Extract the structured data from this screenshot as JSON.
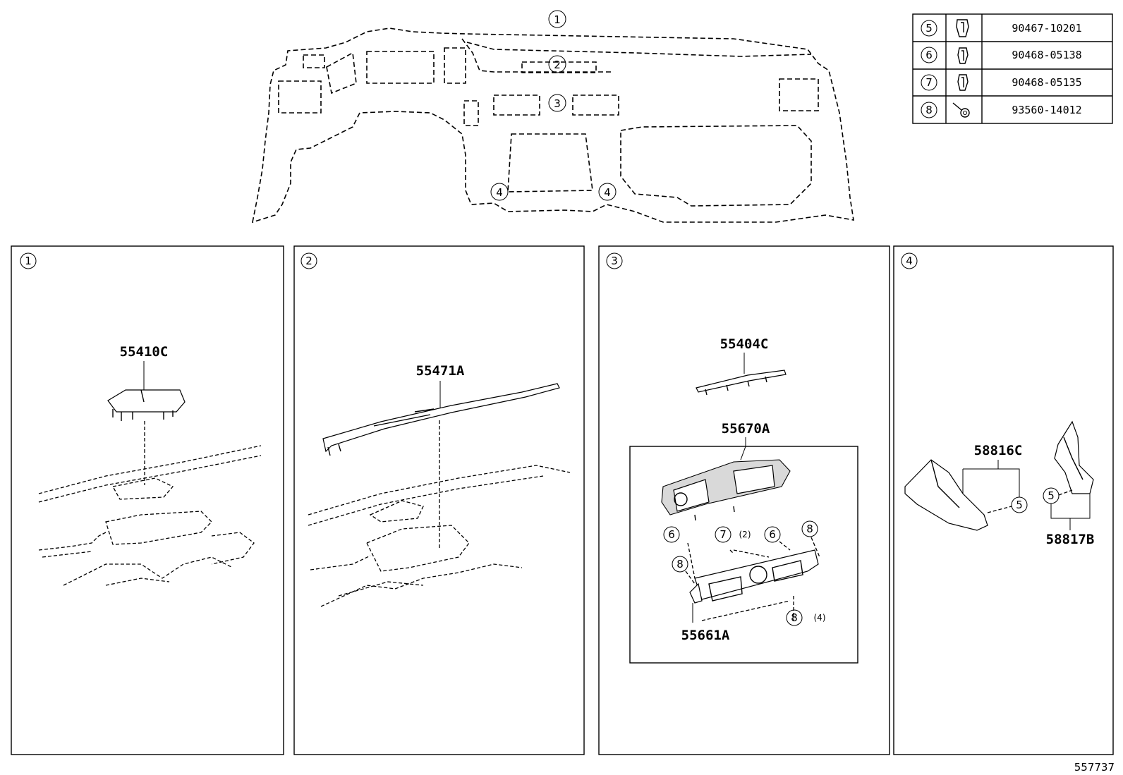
{
  "overview": {
    "callouts": [
      "1",
      "2",
      "3",
      "4",
      "4"
    ]
  },
  "fastener_table": {
    "rows": [
      {
        "ref": "5",
        "part_number": "90467-10201",
        "icon": "clip-icon"
      },
      {
        "ref": "6",
        "part_number": "90468-05138",
        "icon": "clip-icon"
      },
      {
        "ref": "7",
        "part_number": "90468-05135",
        "icon": "clip-icon"
      },
      {
        "ref": "8",
        "part_number": "93560-14012",
        "icon": "screw-icon"
      }
    ]
  },
  "panels": [
    {
      "ref": "1",
      "parts": [
        "55410C"
      ]
    },
    {
      "ref": "2",
      "parts": [
        "55471A"
      ]
    },
    {
      "ref": "3",
      "parts": [
        "55404C",
        "55670A",
        "55661A"
      ],
      "callouts": [
        "6",
        "7",
        "6",
        "8",
        "8",
        "8"
      ],
      "quantities": [
        "(2)",
        "(4)"
      ]
    },
    {
      "ref": "4",
      "parts": [
        "58816C",
        "58817B"
      ],
      "callouts": [
        "5",
        "5"
      ]
    }
  ],
  "diagram_id": "557737"
}
